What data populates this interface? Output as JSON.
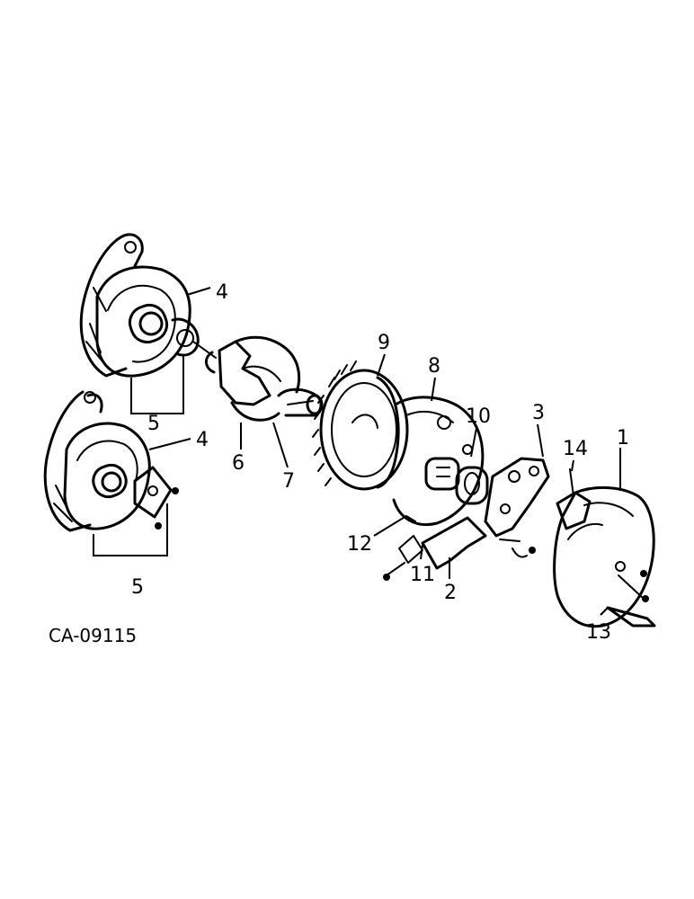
{
  "figure_code": "CA-09115",
  "callouts": {
    "c1": "1",
    "c2": "2",
    "c3": "3",
    "c4a": "4",
    "c4b": "4",
    "c5a": "5",
    "c5b": "5",
    "c6": "6",
    "c7": "7",
    "c8": "8",
    "c9": "9",
    "c10": "10",
    "c11": "11",
    "c12": "12",
    "c13": "13",
    "c14": "14"
  }
}
